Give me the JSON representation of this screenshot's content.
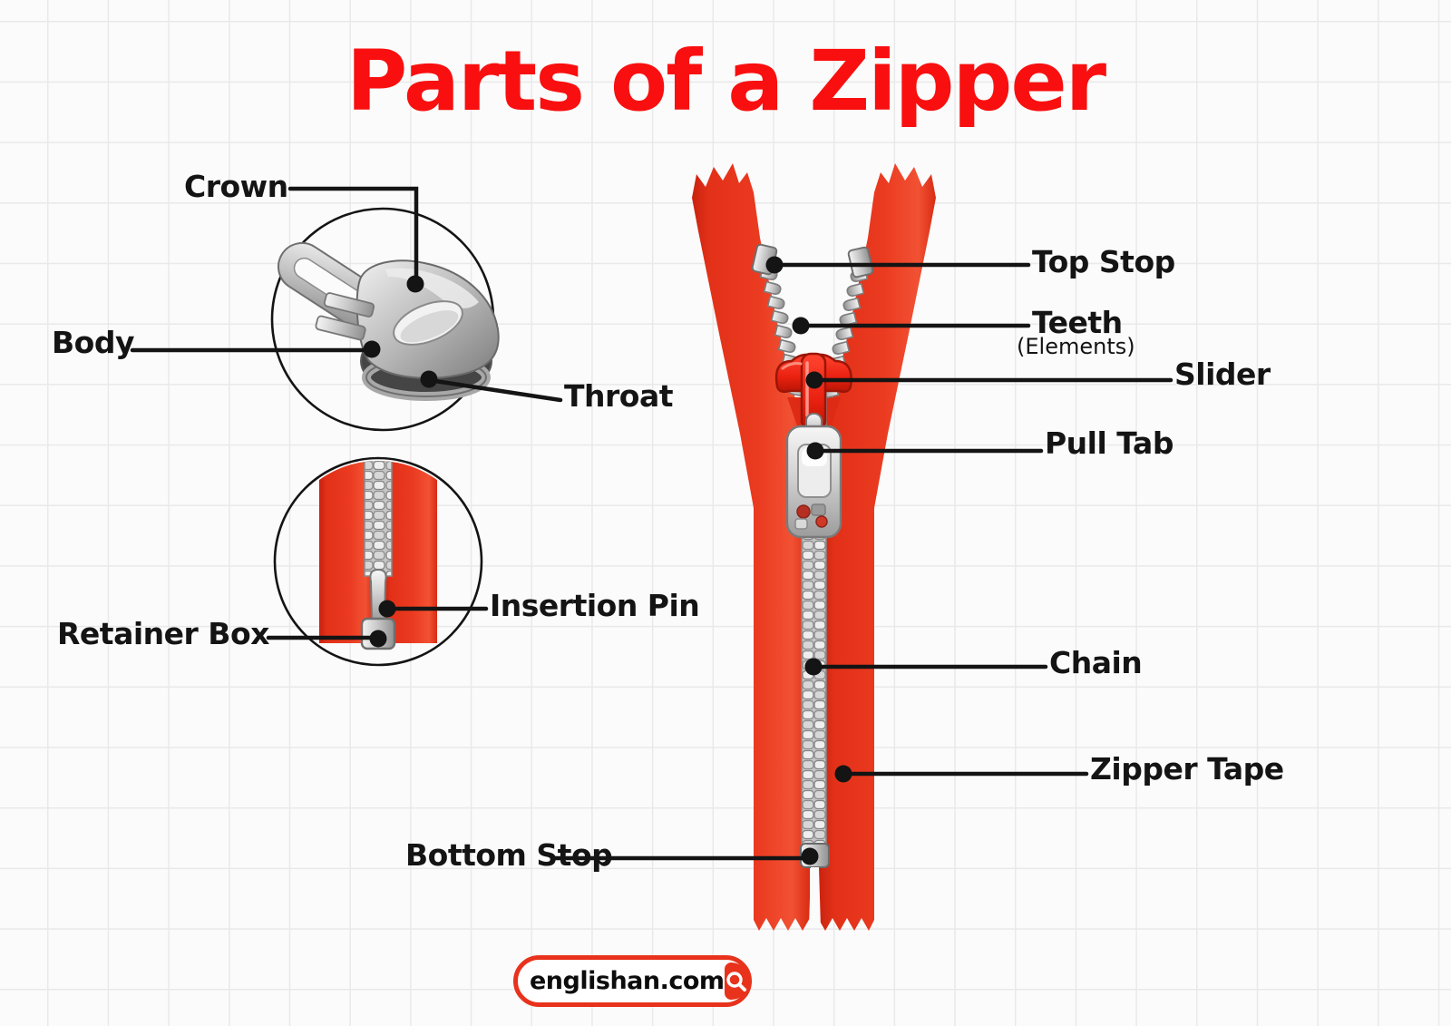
{
  "title": {
    "text": "Parts of a Zipper",
    "color": "#f90f0f"
  },
  "colors": {
    "background": "#fbfbfb",
    "grid_line": "#e9e9e9",
    "tape_red": "#e53120",
    "tape_red_dark": "#c9220f",
    "tape_red_light": "#f25133",
    "slider_red": "#f52a18",
    "metal_light": "#f2f2f2",
    "metal_mid": "#c3c3c3",
    "metal_dark": "#8b8b8b",
    "leader_line": "#141414",
    "label_text": "#141414",
    "logo_red": "#e8321c"
  },
  "closeup_slider": {
    "labels": [
      {
        "id": "crown",
        "text": "Crown"
      },
      {
        "id": "body",
        "text": "Body"
      },
      {
        "id": "throat",
        "text": "Throat"
      }
    ]
  },
  "closeup_bottom": {
    "labels": [
      {
        "id": "insertion-pin",
        "text": "Insertion Pin"
      },
      {
        "id": "retainer-box",
        "text": "Retainer Box"
      }
    ]
  },
  "zipper": {
    "labels": [
      {
        "id": "top-stop",
        "text": "Top Stop"
      },
      {
        "id": "teeth",
        "text": "Teeth",
        "subtext": "(Elements)"
      },
      {
        "id": "slider",
        "text": "Slider"
      },
      {
        "id": "pull-tab",
        "text": "Pull Tab"
      },
      {
        "id": "chain",
        "text": "Chain"
      },
      {
        "id": "zipper-tape",
        "text": "Zipper Tape"
      },
      {
        "id": "bottom-stop",
        "text": "Bottom Stop"
      }
    ]
  },
  "footer": {
    "site_text": "englishan.com",
    "search_icon": "magnifier"
  }
}
